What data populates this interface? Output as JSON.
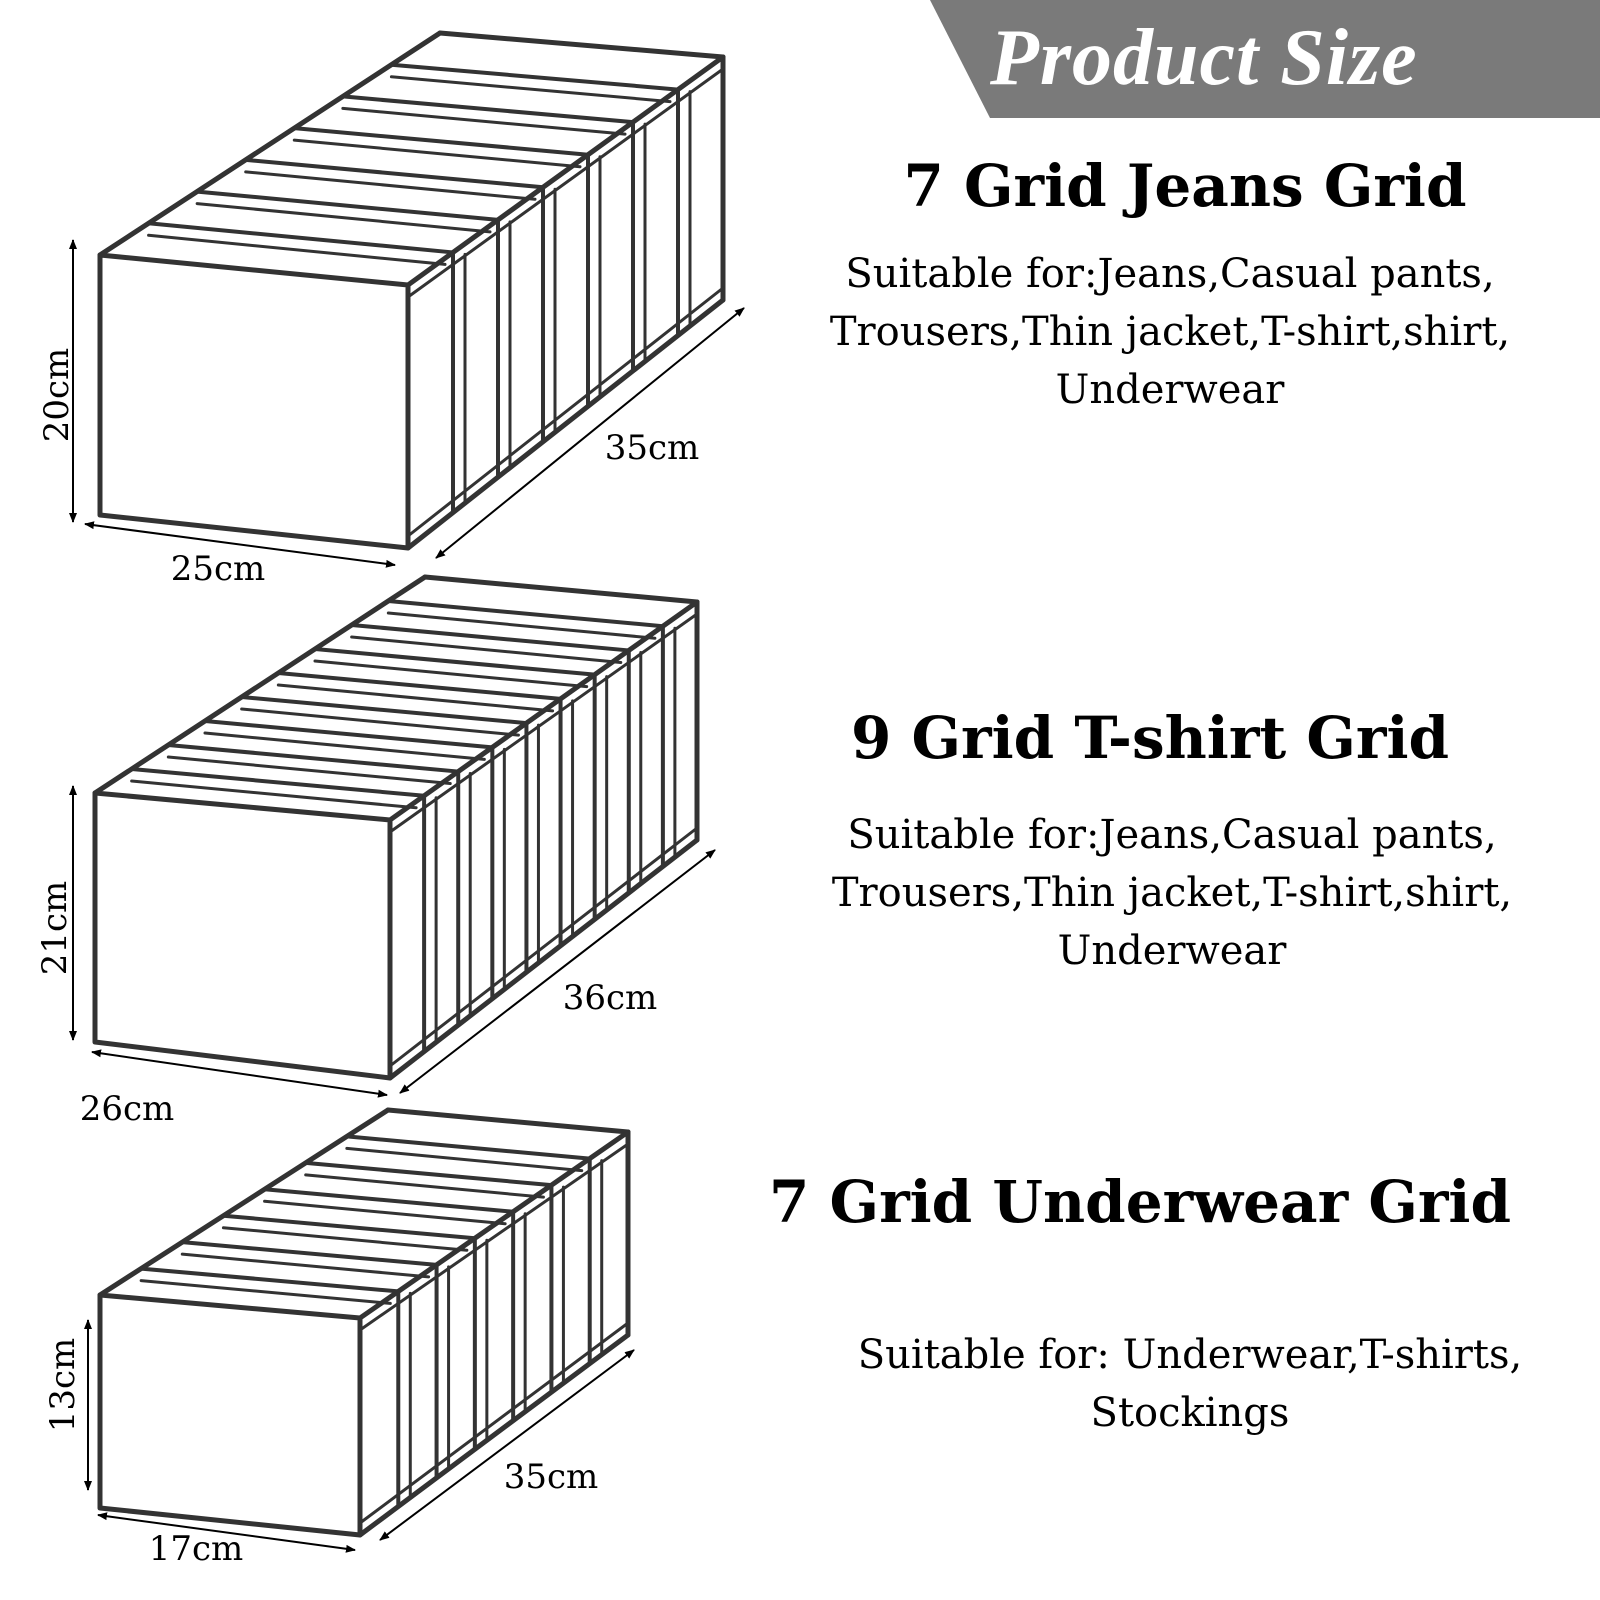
{
  "header": {
    "title": "Product Size",
    "banner_color": "#7a7a7a"
  },
  "products": [
    {
      "title": "7 Grid Jeans Grid",
      "description": [
        "Suitable for:Jeans,Casual pants,",
        "Trousers,Thin jacket,T-shirt,shirt,",
        "Underwear"
      ],
      "height": "20cm",
      "width": "25cm",
      "depth": "35cm",
      "grids": 7
    },
    {
      "title": "9 Grid T-shirt Grid",
      "description": [
        "Suitable for:Jeans,Casual pants,",
        "Trousers,Thin jacket,T-shirt,shirt,",
        "Underwear"
      ],
      "height": "21cm",
      "width": "26cm",
      "depth": "36cm",
      "grids": 9
    },
    {
      "title": "7 Grid Underwear Grid",
      "description": [
        "Suitable for: Underwear,T-shirts,",
        "Stockings"
      ],
      "height": "13cm",
      "width": "17cm",
      "depth": "35cm",
      "grids": 7
    }
  ]
}
